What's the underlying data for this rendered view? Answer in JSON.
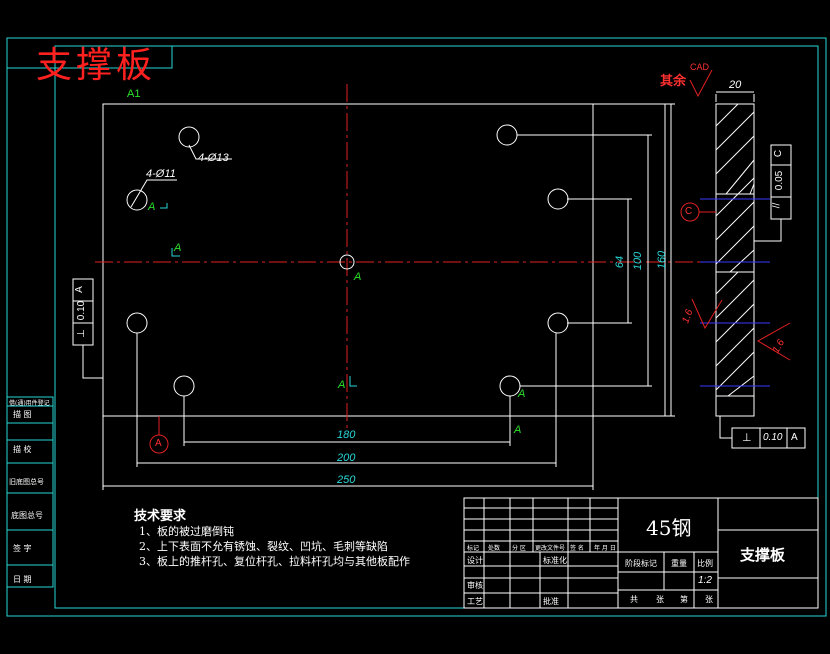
{
  "drawing": {
    "title_stamp": "支撑板",
    "material": "45钢",
    "part_name": "支撑板",
    "scale": "1:2",
    "others_note": "其余",
    "cad_mark": "CAD"
  },
  "features": {
    "hole_13": "4-Ø13",
    "hole_11": "4-Ø11",
    "datum_a": "A",
    "datum_a_label": "A",
    "datum_c_label": "C",
    "view_a1": "A1"
  },
  "dimensions": {
    "len_250": "250",
    "len_200": "200",
    "len_180": "180",
    "h_160": "160",
    "h_100": "100",
    "h_64": "64",
    "thick_20": "20",
    "rough_16a": "1.6",
    "rough_16b": "1.6"
  },
  "tolerances": {
    "perp_left": {
      "symbol": "⊥",
      "value": "0.10",
      "datum": "A"
    },
    "perp_bottom": {
      "symbol": "⊥",
      "value": "0.10",
      "datum": "A"
    },
    "flat_right": {
      "symbol": "//",
      "value": "0.05",
      "datum": "C"
    }
  },
  "tech_req": {
    "heading": "技术要求",
    "items": [
      "1、板的被过磨倒钝",
      "2、上下表面不允有锈蚀、裂纹、凹坑、毛刺等缺陷",
      "3、板上的推杆孔、复位杆孔、拉料杆孔均与其他板配作"
    ]
  },
  "left_strip": [
    "借(通)用件登记",
    "描 图",
    "描 校",
    "旧底图总号",
    "底图总号",
    "签 字",
    "日 期"
  ],
  "title_block": {
    "row_headers": [
      "标记",
      "处数",
      "分 区",
      "更改文件号",
      "签 名",
      "年 月 日"
    ],
    "design": "设计",
    "standard": "标准化",
    "stage_mark": "阶段标记",
    "weight": "重量",
    "ratio": "比例",
    "review": "审核",
    "process": "工艺",
    "approve": "批准",
    "sheets": [
      "共",
      "张",
      "第",
      "张"
    ]
  }
}
